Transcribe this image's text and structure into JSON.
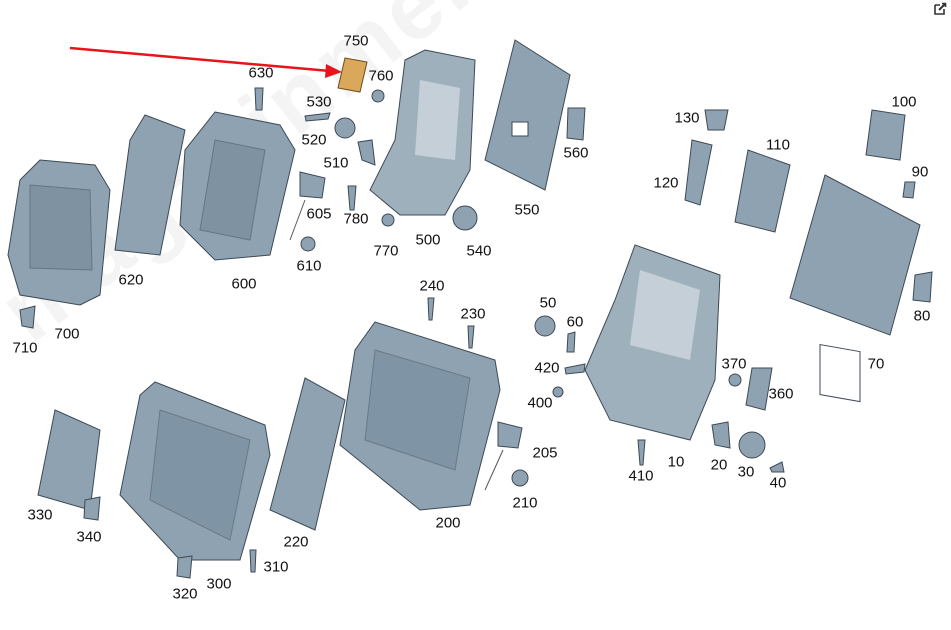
{
  "watermark": "magazinmercedes.ru",
  "colors": {
    "part": "#8ea2b2",
    "highlight": "#d9a85a",
    "arrow": "#e8141a"
  },
  "highlighted_part": "750",
  "toolbar": {
    "edit_icon": "external-edit-icon"
  },
  "labels": [
    "750",
    "630",
    "760",
    "530",
    "520",
    "510",
    "605",
    "780",
    "610",
    "770",
    "500",
    "540",
    "550",
    "560",
    "620",
    "600",
    "700",
    "710",
    "130",
    "120",
    "110",
    "100",
    "90",
    "80",
    "70",
    "240",
    "230",
    "50",
    "60",
    "420",
    "400",
    "370",
    "360",
    "205",
    "210",
    "410",
    "10",
    "20",
    "30",
    "40",
    "200",
    "330",
    "340",
    "220",
    "310",
    "300",
    "320"
  ]
}
